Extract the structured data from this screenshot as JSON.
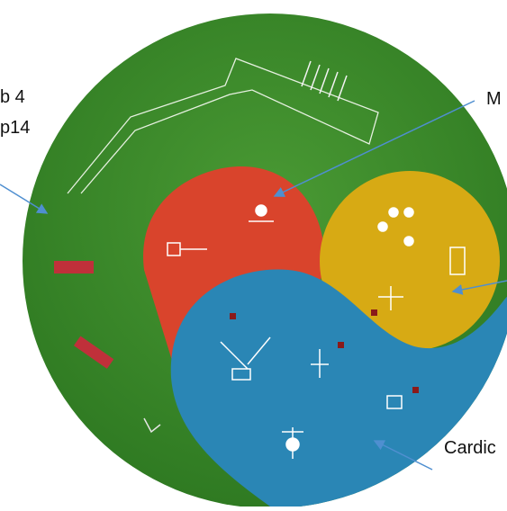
{
  "labels": {
    "left_line1": "b 4",
    "left_line2": "p14",
    "top_right": "M",
    "bottom_right": "Cardic"
  },
  "colors": {
    "grass": "#3d8a2c",
    "red_zone": "#d9442c",
    "yellow_zone": "#d7aa14",
    "blue_zone": "#2a86b5",
    "arrow": "#4f8fd0",
    "equipment_marker": "#ffffff",
    "red_bar": "#c0303a"
  },
  "icons": [
    "equipment-icon",
    "bench-icon",
    "pull-up-bars-icon"
  ]
}
